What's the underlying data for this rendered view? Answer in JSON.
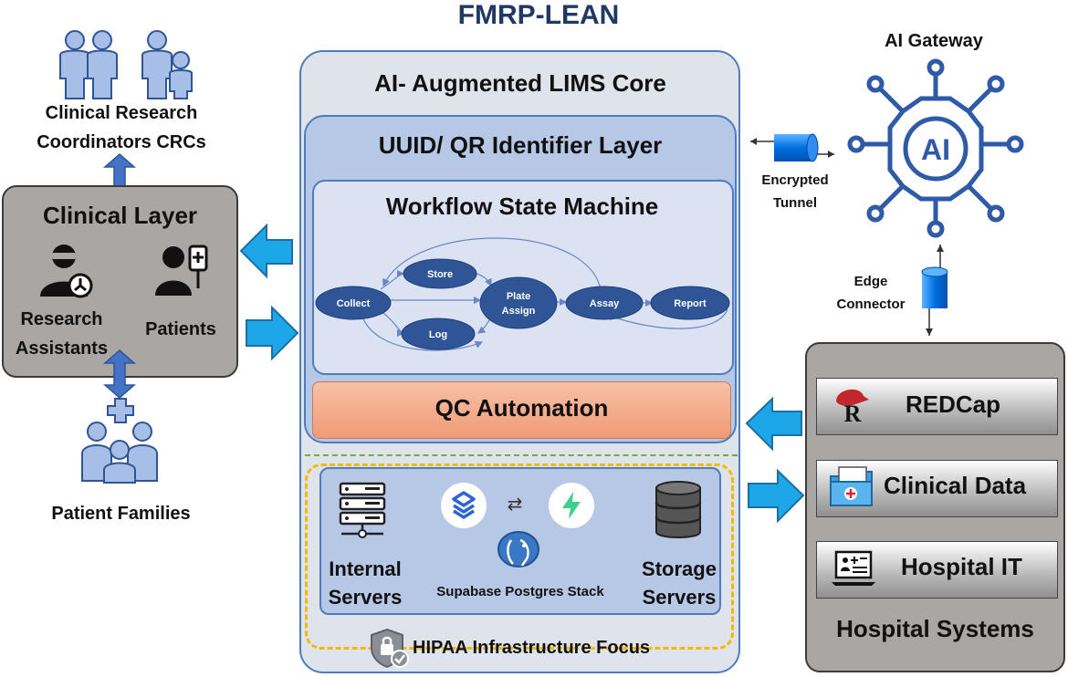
{
  "title": "FMRP-LEAN",
  "lims": {
    "core_title": "AI- Augmented LIMS Core",
    "uuid_title": "UUID/ QR Identifier Layer",
    "workflow_title": "Workflow State Machine",
    "states": {
      "collect": "Collect",
      "store": "Store",
      "log": "Log",
      "plate_assign_1": "Plate",
      "plate_assign_2": "Assign",
      "assay": "Assay",
      "report": "Report"
    },
    "qc_title": "QC Automation",
    "infra": {
      "internal_servers_1": "Internal",
      "internal_servers_2": "Servers",
      "stack": "Supabase Postgres Stack",
      "storage_servers_1": "Storage",
      "storage_servers_2": "Servers",
      "hipaa": "HIPAA Infrastructure Focus"
    }
  },
  "clinical": {
    "crc_1": "Clinical Research",
    "crc_2": "Coordinators CRCs",
    "layer_title": "Clinical Layer",
    "ra_1": "Research",
    "ra_2": "Assistants",
    "patients": "Patients",
    "families": "Patient Families"
  },
  "gateway": {
    "ai_gateway": "AI Gateway",
    "ai_icon_text": "AI",
    "tunnel_1": "Encrypted",
    "tunnel_2": "Tunnel",
    "edge_1": "Edge",
    "edge_2": "Connector"
  },
  "hospital": {
    "redcap": "REDCap",
    "redcap_logo_letter": "R",
    "clinical_data": "Clinical Data",
    "hospital_it": "Hospital IT",
    "systems_title": "Hospital Systems"
  },
  "colors": {
    "title": "#1f3864",
    "frame_blue": "#4f7cc0",
    "arrow_blue": "#1ea7e8",
    "node_blue": "#2f5597",
    "gateway_blue": "#2e5aa8",
    "infra_dash_yellow": "#f5b800",
    "infra_dash_green": "#70ad47"
  }
}
